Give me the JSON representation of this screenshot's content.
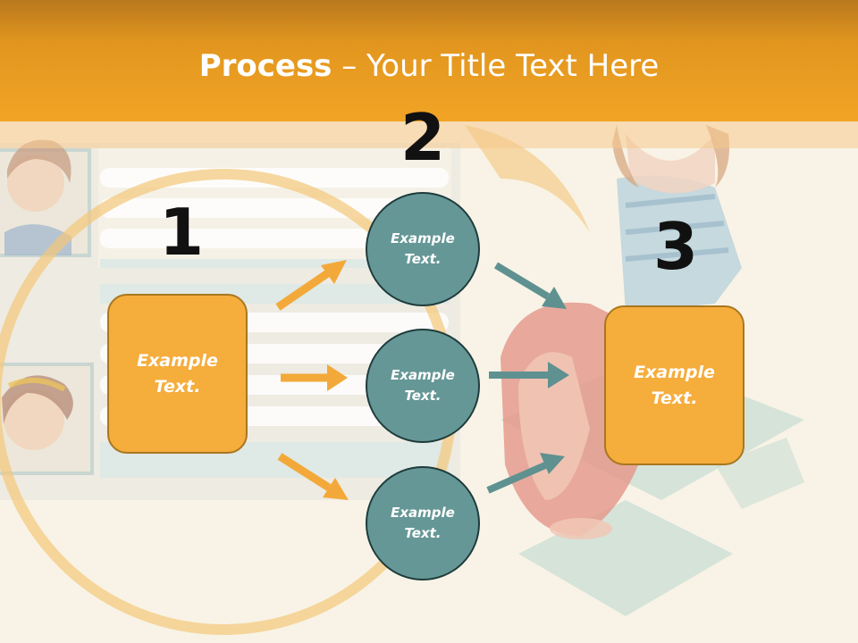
{
  "slide": {
    "title_bold": "Process",
    "title_rest": " – Your Title Text Here"
  },
  "steps": {
    "n1": "1",
    "n2": "2",
    "n3": "3"
  },
  "nodes": {
    "left_box": "Example\nText.",
    "circle_top": "Example\nText.",
    "circle_mid": "Example\nText.",
    "circle_bottom": "Example\nText.",
    "right_box": "Example\nText."
  },
  "colors": {
    "header": "#f1a424",
    "box_fill": "#f5ad3c",
    "box_border": "#a9771f",
    "circle_fill": "#669797",
    "circle_border": "#1e3c3c",
    "arrow_orange": "#f3a93a",
    "arrow_teal": "#5f9191"
  }
}
